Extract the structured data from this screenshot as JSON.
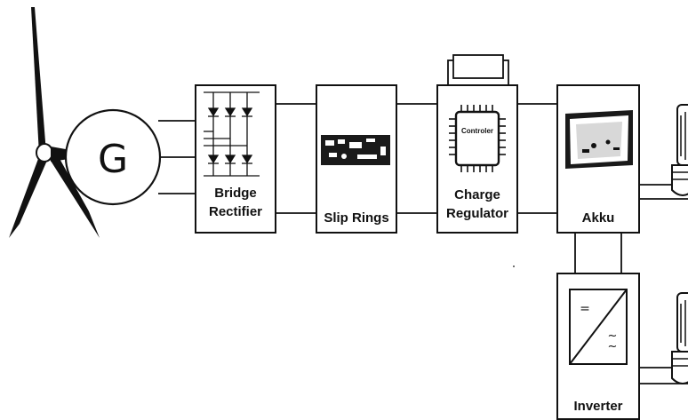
{
  "generator": {
    "label": "G"
  },
  "blocks": {
    "rectifier": {
      "line1": "Bridge",
      "line2": "Rectifier"
    },
    "slip_rings": {
      "label": "Slip Rings"
    },
    "charge_regulator": {
      "chip_label": "Controler",
      "line1": "Charge",
      "line2": "Regulator"
    },
    "akku": {
      "label": "Akku"
    },
    "inverter": {
      "label": "Inverter",
      "dc_symbol": "=",
      "ac_symbol": "~"
    }
  }
}
